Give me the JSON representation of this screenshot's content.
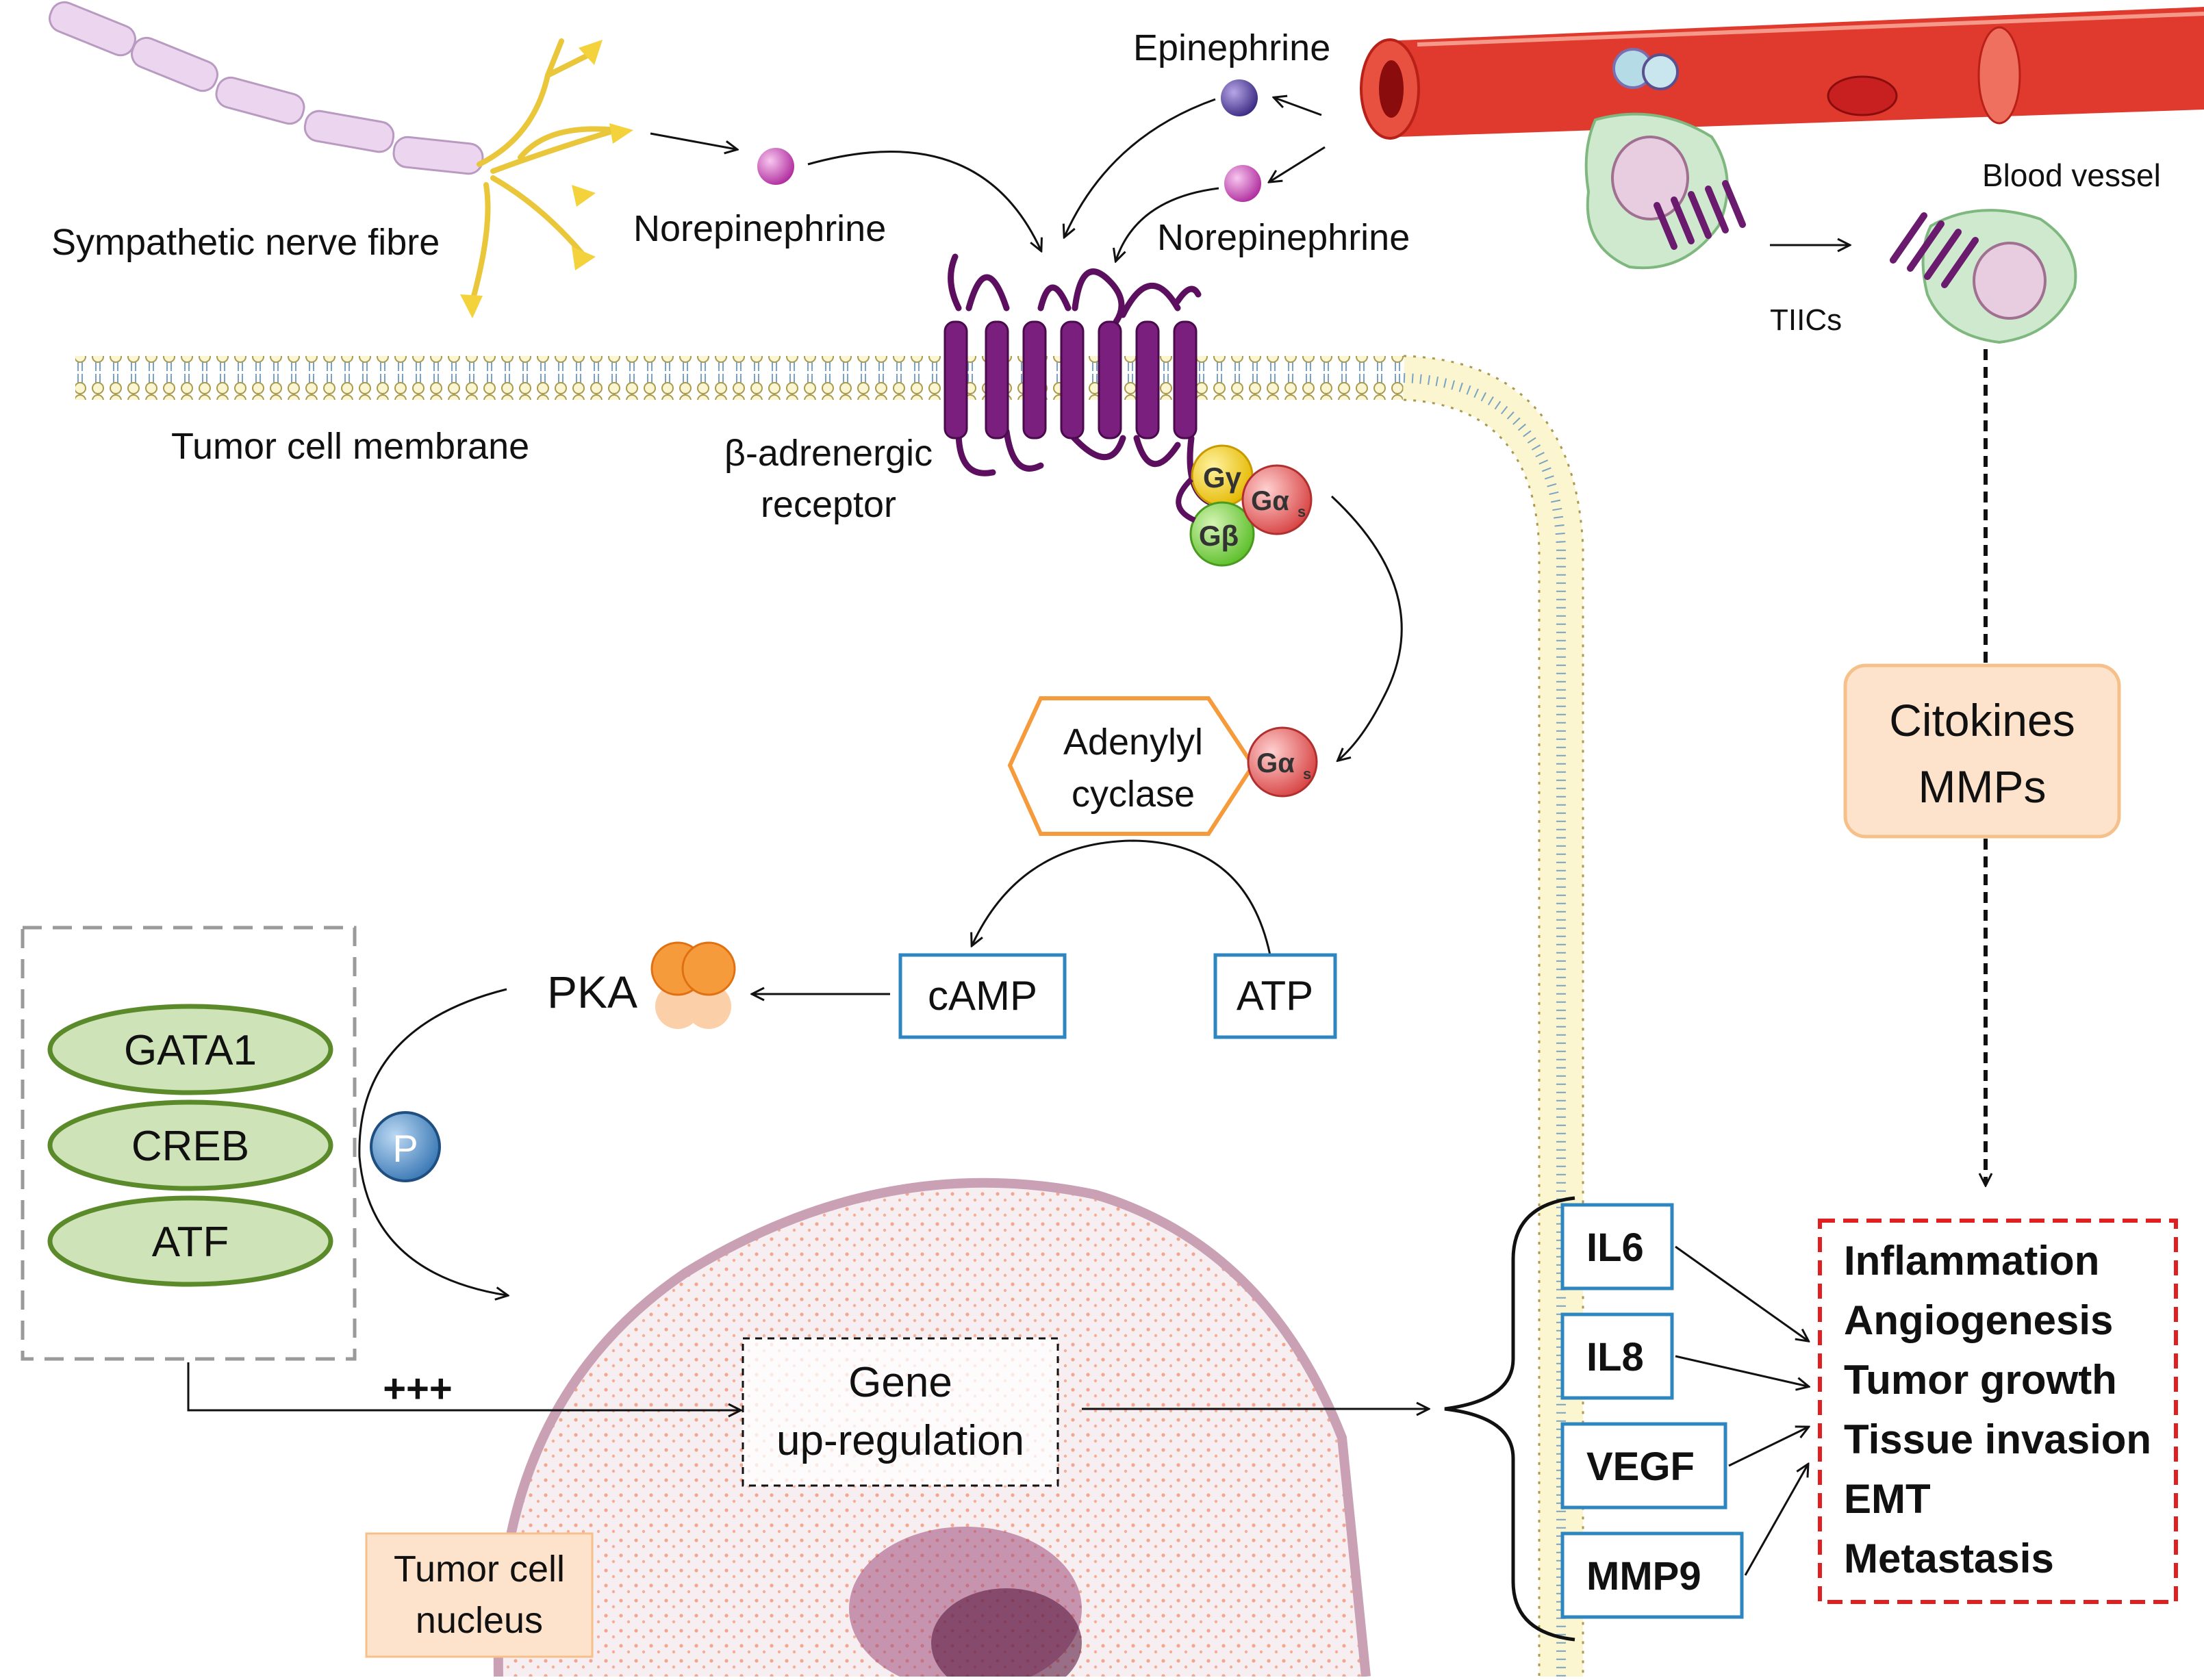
{
  "labels": {
    "sympathetic_nerve": "Sympathetic nerve fibre",
    "norepinephrine_left": "Norepinephrine",
    "epinephrine": "Epinephrine",
    "norepinephrine_right": "Norepinephrine",
    "blood_vessel": "Blood vessel",
    "tiics": "TIICs",
    "membrane": "Tumor cell membrane",
    "receptor_line1": "β-adrenergic",
    "receptor_line2": "receptor",
    "g_gamma": "Gγ",
    "g_beta": "Gβ",
    "g_alpha": "Gα",
    "g_alpha_sub": "s",
    "adenylyl_line1": "Adenylyl",
    "adenylyl_line2": "cyclase",
    "camp": "cAMP",
    "atp": "ATP",
    "pka": "PKA",
    "phospho": "P",
    "plus": "+++",
    "gene_line1": "Gene",
    "gene_line2": "up-regulation",
    "nucleus_line1": "Tumor cell",
    "nucleus_line2": "nucleus",
    "cytokines_line1": "Citokines",
    "cytokines_line2": "MMPs"
  },
  "transcription_factors": [
    "GATA1",
    "CREB",
    "ATF"
  ],
  "genes": [
    "IL6",
    "IL8",
    "VEGF",
    "MMP9"
  ],
  "outcomes": [
    "Inflammation",
    "Angiogenesis",
    "Tumor growth",
    "Tissue invasion",
    "EMT",
    "Metastasis"
  ],
  "colors": {
    "receptor": "#6a1b6e",
    "box_blue": "#2e86c1",
    "tf_fill": "#cfe3b8",
    "tf_stroke": "#5a8a2a",
    "outcome_border": "#e02020",
    "orange": "#f59b3c",
    "cytokine_fill": "#fde3cc",
    "nucleus_fill": "#f7eef2",
    "nucleus_ring": "#c9a0b4",
    "vessel": "#e03a2e"
  }
}
